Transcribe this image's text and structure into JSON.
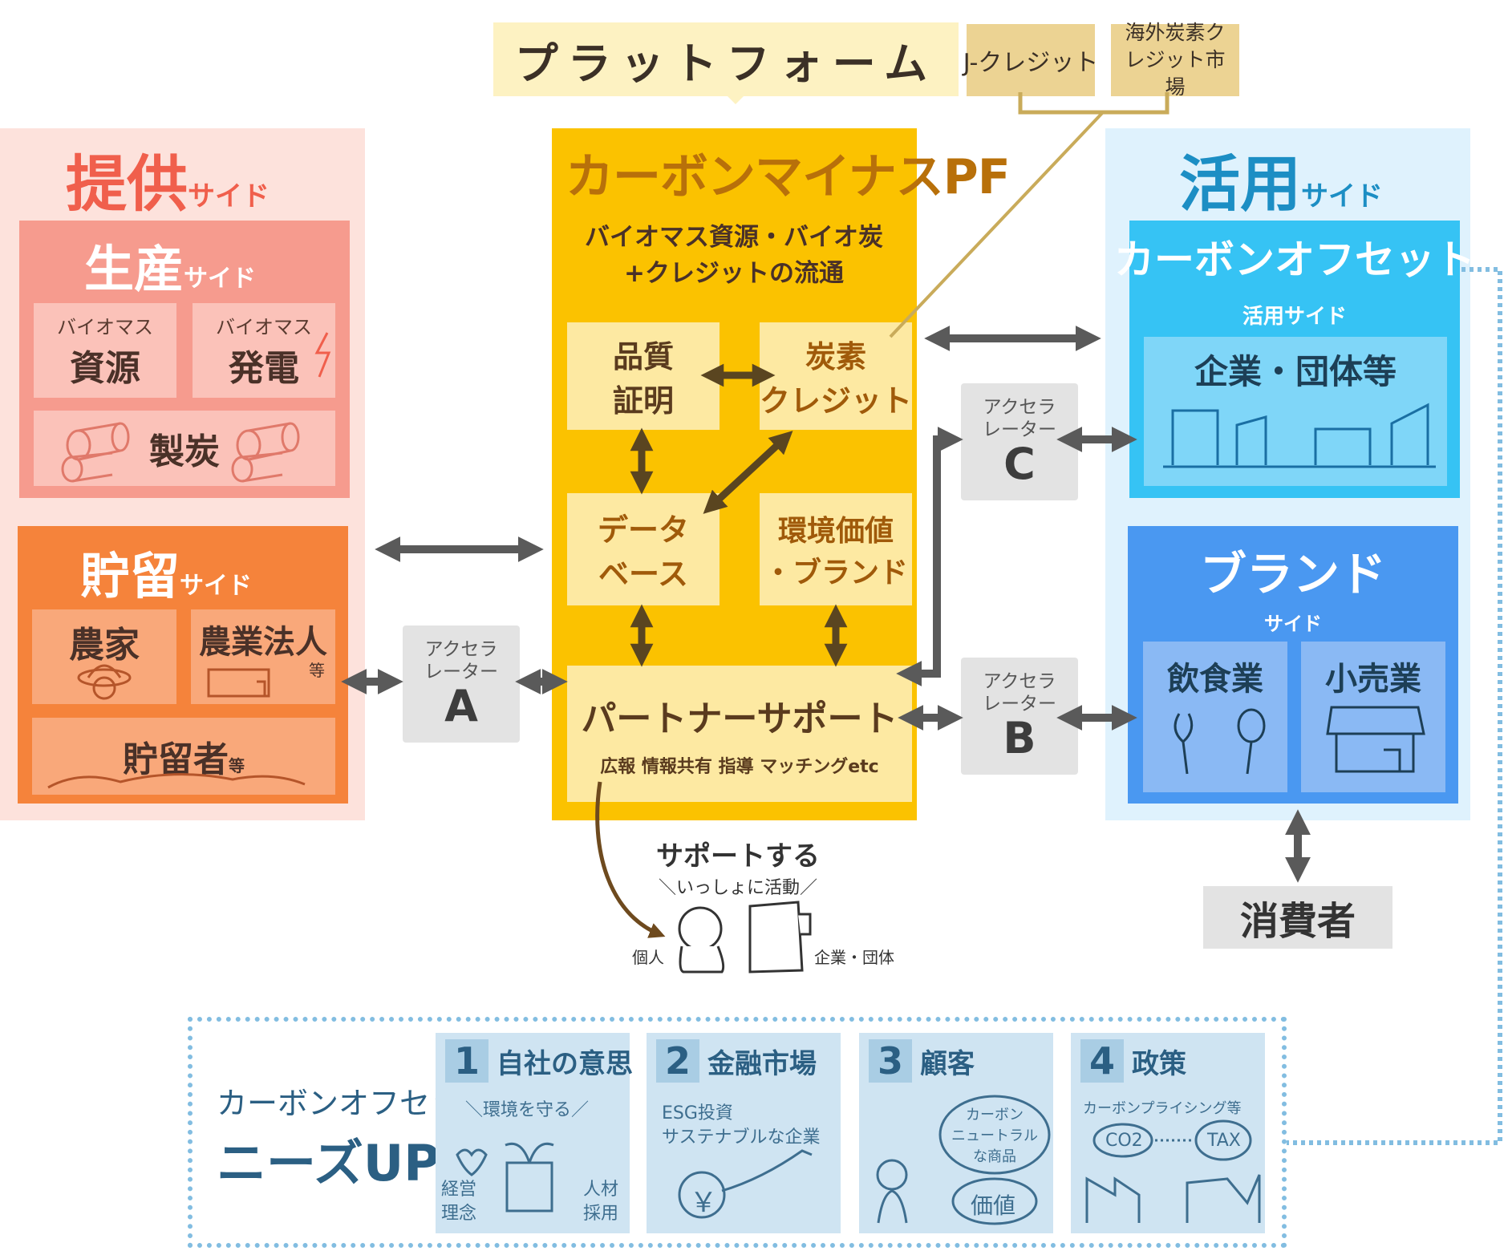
{
  "platform": {
    "label": "プラットフォーム",
    "jcredit": "J-クレジット",
    "overseas": "海外炭素クレジット市場"
  },
  "supply": {
    "title": "提供",
    "suffix": "サイド",
    "production": {
      "title": "生産",
      "suffix": "サイド",
      "biomass_resource_small": "バイオマス",
      "biomass_resource_big": "資源",
      "biomass_power_small": "バイオマス",
      "biomass_power_big": "発電",
      "charcoal": "製炭"
    },
    "storage": {
      "title": "貯留",
      "suffix": "サイド",
      "farmer": "農家",
      "agri_corp": "農業法人",
      "agri_corp_etc": "等",
      "storer": "貯留者",
      "storer_etc": "等"
    }
  },
  "pf": {
    "title": "カーボンマイナスPF",
    "subtitle_line1": "バイオマス資源・バイオ炭",
    "subtitle_line2": "+クレジットの流通",
    "quality_line1": "品質",
    "quality_line2": "証明",
    "carbon_line1": "炭素",
    "carbon_line2": "クレジット",
    "db_line1": "データ",
    "db_line2": "ベース",
    "env_line1": "環境価値",
    "env_line2": "・ブランド",
    "partner_title": "パートナーサポート",
    "partner_sub": "広報 情報共有 指導 マッチングetc"
  },
  "accelerators": {
    "a": {
      "small": "アクセラレーター",
      "letter": "A"
    },
    "b": {
      "small": "アクセラレーター",
      "letter": "B"
    },
    "c": {
      "small": "アクセラレーター",
      "letter": "C"
    }
  },
  "utilize": {
    "title": "活用",
    "suffix": "サイド",
    "offset": {
      "title": "カーボンオフセット",
      "sub": "活用サイド",
      "companies": "企業・団体等"
    },
    "brand": {
      "title": "ブランド",
      "sub": "サイド",
      "food": "飲食業",
      "retail": "小売業"
    },
    "consumer": "消費者"
  },
  "support": {
    "title": "サポートする",
    "sub": "＼いっしょに活動／",
    "individual": "個人",
    "org": "企業・団体"
  },
  "needs": {
    "headline_line1": "カーボンオフセット",
    "headline_line2": "ニーズUP!",
    "items": [
      {
        "num": "1",
        "title": "自社の意思",
        "line1": "＼環境を守る／",
        "left1": "経営",
        "left2": "理念",
        "right1": "人材",
        "right2": "採用"
      },
      {
        "num": "2",
        "title": "金融市場",
        "line1": "ESG投資",
        "line2": "サステナブルな企業",
        "symbol": "￥"
      },
      {
        "num": "3",
        "title": "顧客",
        "cloud1": "カーボン",
        "cloud2": "ニュートラル",
        "cloud3": "な商品",
        "value": "価値"
      },
      {
        "num": "4",
        "title": "政策",
        "line1": "カーボンプライシング等",
        "co2": "CO2",
        "tax": "TAX"
      }
    ]
  },
  "colors": {
    "supply_bg": "#fde2dc",
    "production_bg": "#f69b8e",
    "storage_bg": "#f5833b",
    "pf_bg": "#fbc200",
    "pf_cell": "#fde9a2",
    "utilize_bg": "#dff2fd",
    "offset_bg": "#36c3f4",
    "brand_bg": "#4a98f1",
    "needs_border": "#82bde1"
  }
}
